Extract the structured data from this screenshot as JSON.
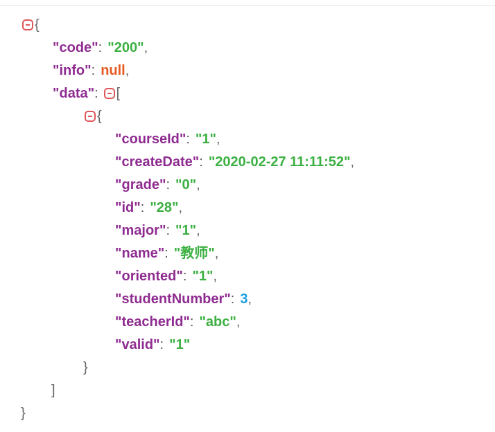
{
  "json": {
    "brace_open": "{",
    "brace_close": "}",
    "bracket_open": "[",
    "bracket_close": "]",
    "comma": ",",
    "colon": ":",
    "toggle_icon": "collapse-minus-icon",
    "root": [
      {
        "key": "\"code\"",
        "value": "\"200\"",
        "kind": "str"
      },
      {
        "key": "\"info\"",
        "value": "null",
        "kind": "null"
      },
      {
        "key": "\"data\"",
        "kind": "array"
      }
    ],
    "item": [
      {
        "key": "\"courseId\"",
        "value": "\"1\""
      },
      {
        "key": "\"createDate\"",
        "value": "\"2020-02-27 11:11:52\""
      },
      {
        "key": "\"grade\"",
        "value": "\"0\""
      },
      {
        "key": "\"id\"",
        "value": "\"28\""
      },
      {
        "key": "\"major\"",
        "value": "\"1\""
      },
      {
        "key": "\"name\"",
        "value": "\"教师\""
      },
      {
        "key": "\"oriented\"",
        "value": "\"1\""
      },
      {
        "key": "\"studentNumber\"",
        "value": "3"
      },
      {
        "key": "\"teacherId\"",
        "value": "\"abc\""
      },
      {
        "key": "\"valid\"",
        "value": "\"1\""
      }
    ]
  },
  "colors": {
    "key": "#8f2c91",
    "string": "#3cb043",
    "null": "#e75a23",
    "number": "#1e9fe0",
    "toggle": "#e0575a"
  }
}
